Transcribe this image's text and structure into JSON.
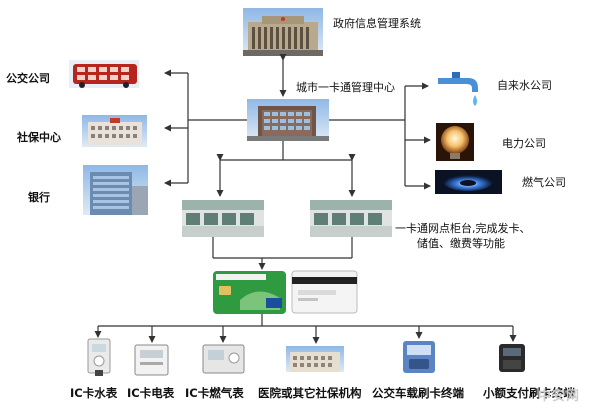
{
  "nodes": {
    "gov": "政府信息管理系统",
    "center": "城市一卡通管理中心",
    "bus_company": "公交公司",
    "social_security": "社保中心",
    "bank": "银行",
    "water_company": "自来水公司",
    "power_company": "电力公司",
    "gas_company": "燃气公司",
    "outlet_line1": "一卡通网点柜台,完成发卡、",
    "outlet_line2": "储值、缴费等功能"
  },
  "terminals": [
    {
      "label": "IC卡水表"
    },
    {
      "label": "IC卡电表"
    },
    {
      "label": "IC卡燃气表"
    },
    {
      "label": "医院或其它社保机构"
    },
    {
      "label": "公交车载刷卡终端"
    },
    {
      "label": "小额支付刷卡终端"
    }
  ],
  "watermark": "中安网",
  "colors": {
    "line": "#333333",
    "card_green": "#2f9a3f",
    "building_blue": "#5b8fc7"
  }
}
